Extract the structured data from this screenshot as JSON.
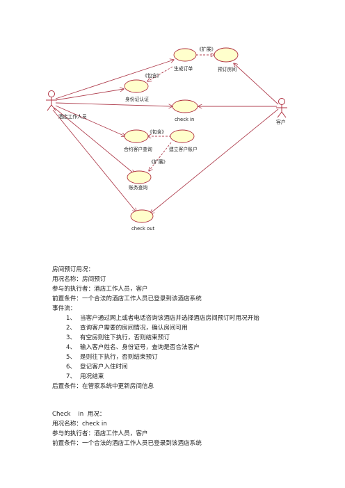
{
  "diagram": {
    "actors": {
      "staff": "酒店工作人员",
      "customer": "客户"
    },
    "use_cases": {
      "generate_order": "生成订单",
      "book_room": "预订房间",
      "id_verify": "身份证认证",
      "check_in": "check in",
      "contract_query": "合约客户查询",
      "create_account": "建立客户账户",
      "account_query": "账务查询",
      "check_out": "check out"
    },
    "stereotypes": {
      "extend": "《扩展》",
      "include": "《包含》"
    },
    "colors": {
      "ellipse_fill": "#ffffcc",
      "ellipse_stroke": "#b03040",
      "line": "#b04050",
      "actor": "#b03040"
    }
  },
  "document": {
    "section1": {
      "heading": "房间预订用况：",
      "name_line": "用况名称：房间预订",
      "actors_line": "参与的执行者：酒店工作人员，客户",
      "precondition": "前置条件：一个合法的酒店工作人员已登录到该酒店系统",
      "flow_heading": "事件流：",
      "steps": [
        {
          "num": "1、",
          "text": "当客户通过网上或者电话咨询该酒店并选择酒店房间预订时用况开始"
        },
        {
          "num": "2、",
          "text": "查询客户需要的房间情况，确认房间可用"
        },
        {
          "num": "3、",
          "text": "有空房则往下执行，否则结束预订"
        },
        {
          "num": "4、",
          "text": "输入客户姓名、身份证号，查询是否合法客户"
        },
        {
          "num": "5、",
          "text": "是则往下执行，否则结束预订"
        },
        {
          "num": "6、",
          "text": "登记客户入住时间"
        },
        {
          "num": "7、",
          "text": "用况结束"
        }
      ],
      "postcondition": "后置条件：在管家系统中更新房间信息"
    },
    "section2": {
      "heading": "Check    in  用况：",
      "name_line": "用况名称：check in",
      "actors_line": "参与的执行者：酒店工作人员，客户",
      "precondition": "前置条件：一个合法的酒店工作人员已登录到该酒店系统"
    }
  }
}
